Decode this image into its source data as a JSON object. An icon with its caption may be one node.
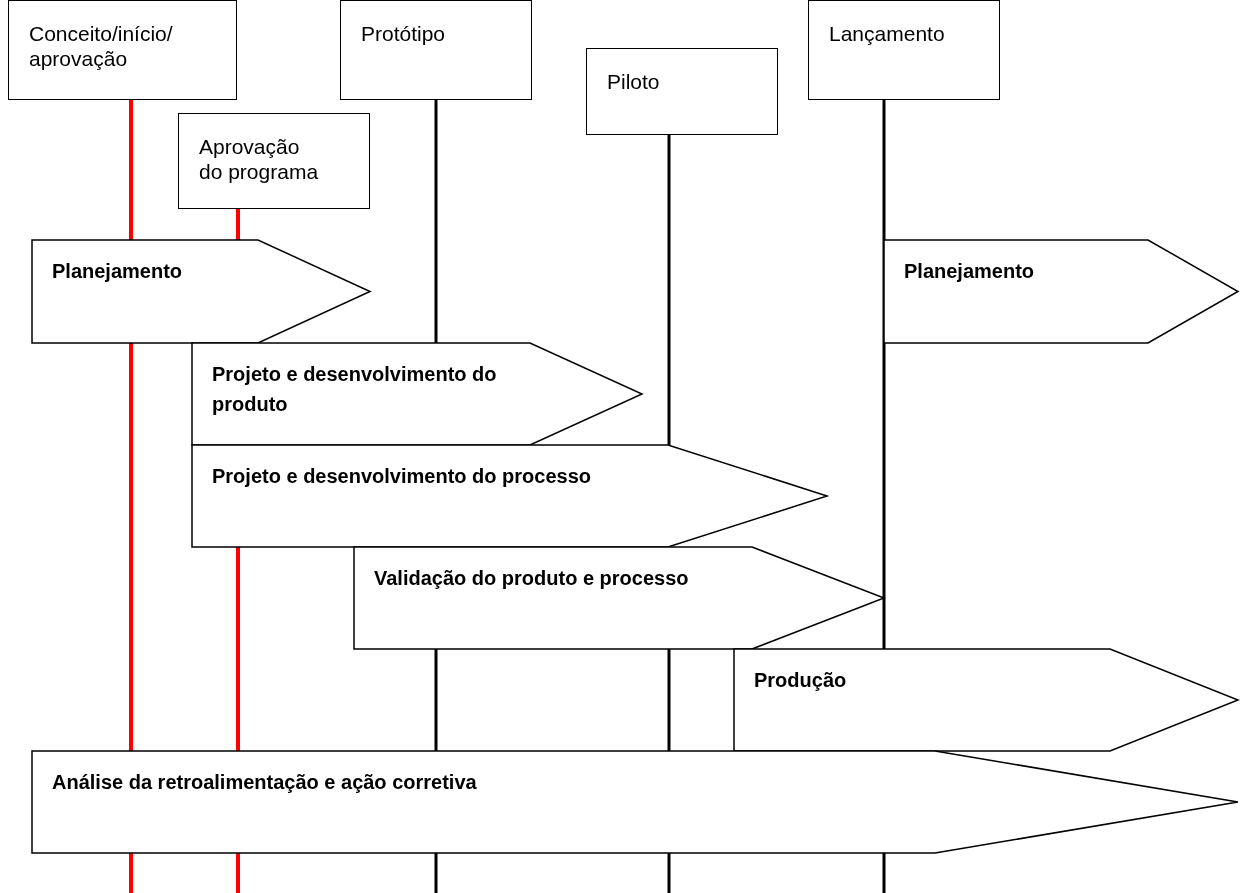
{
  "diagram": {
    "nodes": [
      {
        "text": [
          "Conceito/início/ aprovação"
        ]
      },
      {
        "text": [
          "Aprovação do programa"
        ]
      },
      {
        "text": [
          "Protótipo"
        ]
      },
      {
        "text": [
          "Piloto"
        ]
      },
      {
        "text": [
          "Lançamento"
        ]
      },
      {
        "text": [
          "Planejamento"
        ]
      },
      {
        "text": [
          "Planejamento"
        ]
      },
      {
        "text": [
          "Projeto e desenvolvimento do produto"
        ]
      },
      {
        "text": [
          "Projeto e desenvolvimento do processo"
        ]
      },
      {
        "text": [
          "Validação do produto e processo"
        ]
      },
      {
        "text": [
          "Produção"
        ]
      },
      {
        "text": [
          "Análise da retroalimentação e ação corretiva"
        ]
      }
    ]
  }
}
